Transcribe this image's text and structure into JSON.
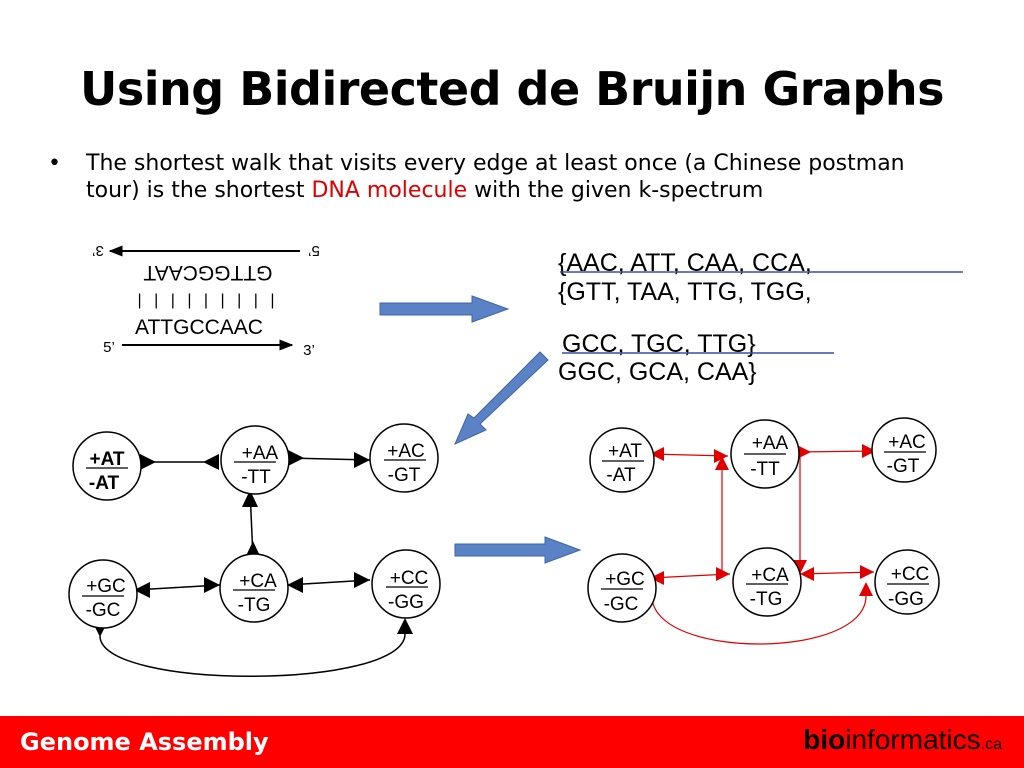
{
  "title": "Using Bidirected de Bruijn Graphs",
  "bullet": {
    "symbol": "•",
    "text_before": "The shortest walk that visits every edge at least once (a Chinese postman tour) is the shortest ",
    "highlight": "DNA molecule",
    "text_after": " with the given k-spectrum",
    "highlight_color": "#e00000"
  },
  "dna": {
    "top_strand": "GTTGGCAAT",
    "bottom_strand": "ATTGCCAAC",
    "top_left_end": "3’",
    "top_right_end": "5’",
    "bottom_left_end": "5’",
    "bottom_right_end": "3’",
    "bonds": "| | | | | | | | |"
  },
  "kmer_set": {
    "line1": "{AAC, ATT, CAA, CCA,",
    "line2": "{GTT, TAA, TTG, TGG,",
    "line3": "GCC, TGC, TTG}",
    "line4": "GGC, GCA, CAA}"
  },
  "graph_left": {
    "nodes": [
      {
        "top": "+AT",
        "bottom": "-AT"
      },
      {
        "top": "+AA",
        "bottom": "-TT"
      },
      {
        "top": "+AC",
        "bottom": "-GT"
      },
      {
        "top": "+GC",
        "bottom": "-GC"
      },
      {
        "top": "+CA",
        "bottom": "-TG"
      },
      {
        "top": "+CC",
        "bottom": "-GG"
      }
    ]
  },
  "graph_right": {
    "nodes": [
      {
        "top": "+AT",
        "bottom": "-AT"
      },
      {
        "top": "+AA",
        "bottom": "-TT"
      },
      {
        "top": "+AC",
        "bottom": "-GT"
      },
      {
        "top": "+GC",
        "bottom": "-GC"
      },
      {
        "top": "+CA",
        "bottom": "-TG"
      },
      {
        "top": "+CC",
        "bottom": "-GG"
      }
    ],
    "edge_color": "#e00000"
  },
  "colors": {
    "arrow_blue": "#5b82c4",
    "footer_red": "#ff0000",
    "strike_blue": "#3a4fa0"
  },
  "footer": {
    "left": "Genome Assembly",
    "brand_bold": "bio",
    "brand_rest": "informatics",
    "brand_suffix": ".ca"
  }
}
